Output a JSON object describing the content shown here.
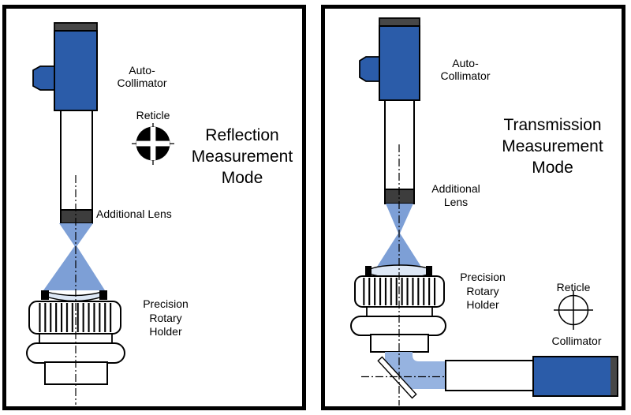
{
  "colors": {
    "device_blue": "#2b5ca9",
    "cap_gray": "#474747",
    "lens_block_gray": "#3d3d3d",
    "beam_blue": "#7d9fd6",
    "beam_stroke": "#3c5f9f",
    "beam_light_blue": "#96b3e0",
    "glass_blue": "#dde7f5"
  },
  "left": {
    "title": [
      "Reflection",
      "Measurement",
      "Mode"
    ],
    "auto_collimator": [
      "Auto-",
      "Collimator"
    ],
    "reticle_label": "Reticle",
    "additional_lens": "Additional Lens",
    "holder": [
      "Precision",
      "Rotary",
      "Holder"
    ]
  },
  "right": {
    "title": [
      "Transmission",
      "Measurement",
      "Mode"
    ],
    "auto_collimator": [
      "Auto-",
      "Collimator"
    ],
    "additional_lens": [
      "Additional",
      "Lens"
    ],
    "holder": [
      "Precision",
      "Rotary",
      "Holder"
    ],
    "reticle_label": "Reticle",
    "collimator_label": "Collimator"
  }
}
